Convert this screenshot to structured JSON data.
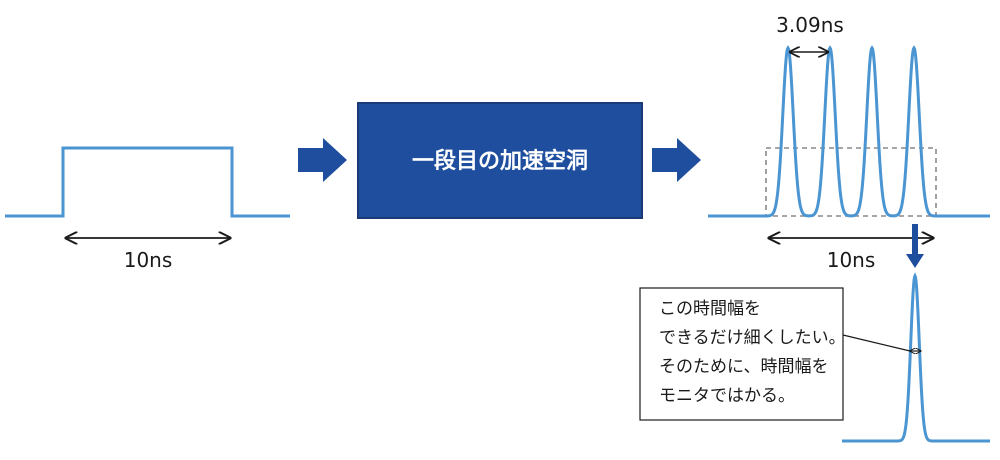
{
  "colors": {
    "pulse": "#4a95d2",
    "box": "#1f4e9e",
    "arrow": "#1f4e9e",
    "box_border": "#1a3a78",
    "dash": "#888888",
    "text": "#1a1a1a"
  },
  "input_pulse": {
    "width_label": "10ns"
  },
  "process_box": {
    "label": "一段目の加速空洞"
  },
  "output_pulses": {
    "spacing_label": "3.09ns",
    "width_label": "10ns"
  },
  "callout": {
    "lines": [
      "この時間幅を",
      "できるだけ細くしたい。",
      "そのために、時間幅を",
      "モニタではかる。"
    ]
  }
}
